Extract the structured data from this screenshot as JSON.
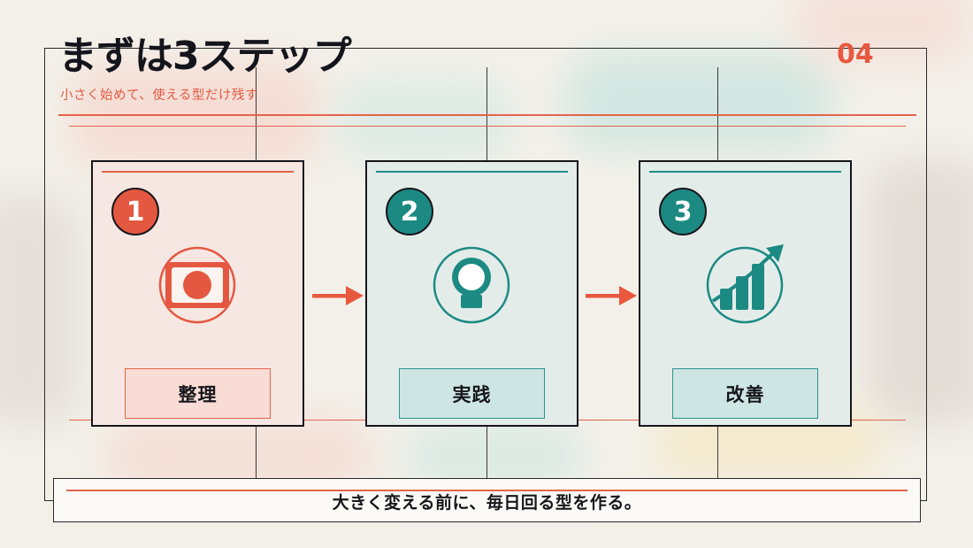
{
  "header": {
    "title": "まずは3ステップ",
    "subtitle": "小さく始めて、使える型だけ残す",
    "page_number": "04"
  },
  "steps": [
    {
      "number": "1",
      "label": "整理",
      "icon": "organize-card-icon",
      "accent": "#e45841"
    },
    {
      "number": "2",
      "label": "実践",
      "icon": "lightbulb-icon",
      "accent": "#1c8a83"
    },
    {
      "number": "3",
      "label": "改善",
      "icon": "growth-chart-icon",
      "accent": "#1c8a83"
    }
  ],
  "arrows": [
    "arrow-right-icon",
    "arrow-right-icon"
  ],
  "banner": {
    "text": "大きく変える前に、毎日回る型を作る。"
  },
  "colors": {
    "accent_red": "#e45841",
    "accent_teal": "#1c8a83",
    "ink": "#16161b",
    "background": "#efece4"
  }
}
